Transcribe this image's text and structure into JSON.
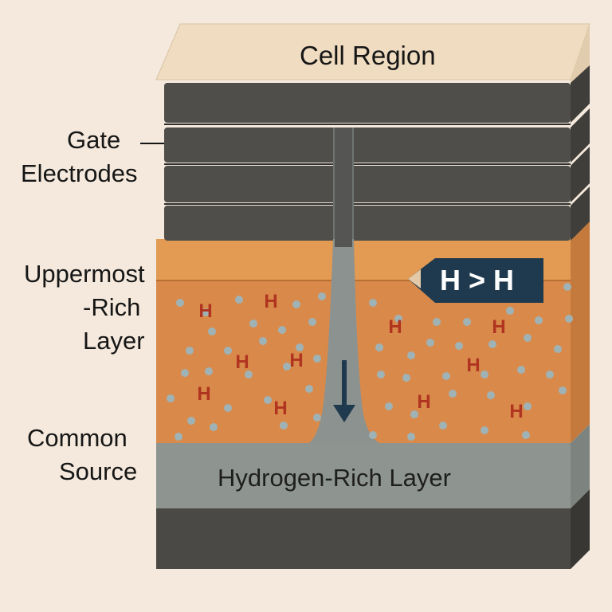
{
  "labels": {
    "cell_region": "Cell Region",
    "gate_electrodes": [
      "Gate",
      "Electrodes"
    ],
    "uppermost_rich_layer": [
      "Uppermost",
      "-Rich",
      "Layer"
    ],
    "common_source": [
      "Common",
      "Source"
    ],
    "hydrogen_rich_layer": "Hydrogen-Rich Layer",
    "badge": "H > H",
    "hydrogen_symbol": "H"
  },
  "colors": {
    "background": "#f4e9dc",
    "cell_region": "#efdcc1",
    "gate": "#4f4e4a",
    "gate_dark": "#3f3e3b",
    "orange_layer": "#d98a4a",
    "orange_top": "#e39a52",
    "hydrogen_layer": "#8e9590",
    "substrate": "#4a4946",
    "hydrogen_letter": "#b0341f",
    "dot": "#9fb2b6",
    "badge": "#1f3a4e",
    "arrow": "#1f3a4e"
  }
}
